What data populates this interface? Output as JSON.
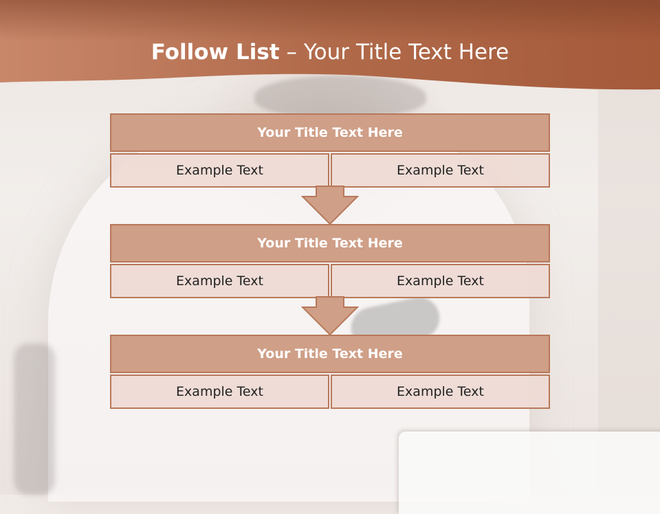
{
  "header": {
    "title_bold": "Follow List",
    "title_rest": " – Your Title Text Here"
  },
  "colors": {
    "header_band": "#a95f3f",
    "block_title_fill": "#cf9f87",
    "block_border": "#b8785a",
    "cell_fill": "#eedad4"
  },
  "blocks": [
    {
      "title": "Your Title Text Here",
      "left": "Example Text",
      "right": "Example Text"
    },
    {
      "title": "Your Title Text Here",
      "left": "Example Text",
      "right": "Example Text"
    },
    {
      "title": "Your Title Text Here",
      "left": "Example Text",
      "right": "Example Text"
    }
  ],
  "connectors": [
    "arrow-down-icon",
    "arrow-down-icon"
  ]
}
